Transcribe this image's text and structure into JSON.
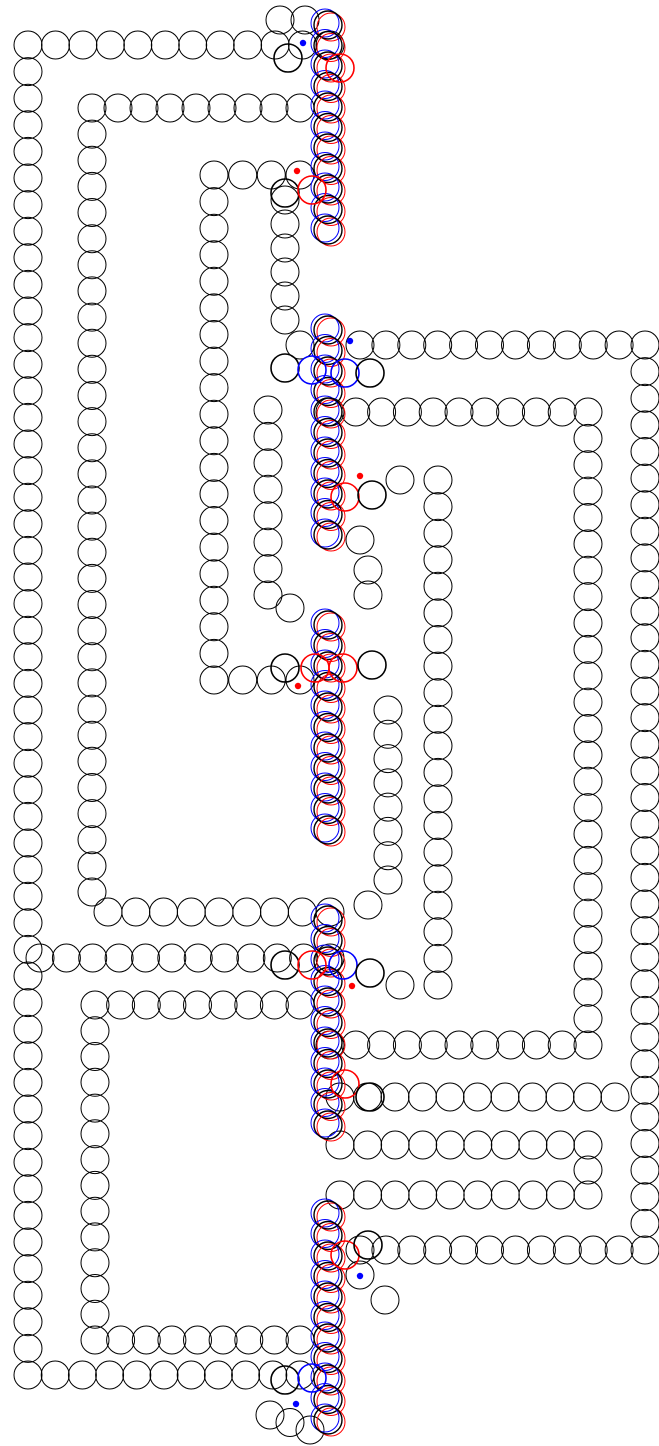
{
  "diagram": {
    "background": "#ffffff",
    "colors": {
      "chain": "#000000",
      "strand_red": "#ff0000",
      "strand_blue": "#0000ff"
    },
    "markers": [
      {
        "name": "marker-dot-1",
        "color": "blue"
      },
      {
        "name": "marker-dot-2",
        "color": "red"
      },
      {
        "name": "marker-dot-3",
        "color": "blue"
      },
      {
        "name": "marker-dot-4",
        "color": "red"
      },
      {
        "name": "marker-dot-5",
        "color": "red"
      },
      {
        "name": "marker-dot-6",
        "color": "red"
      },
      {
        "name": "marker-dot-7",
        "color": "blue"
      },
      {
        "name": "marker-dot-8",
        "color": "blue"
      }
    ]
  }
}
